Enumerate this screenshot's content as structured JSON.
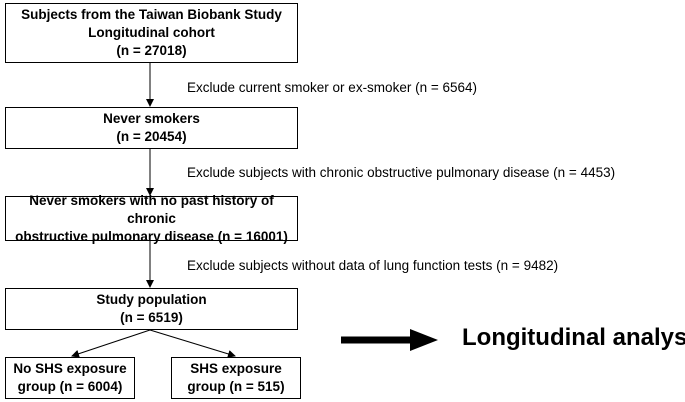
{
  "boxes": {
    "cohort": {
      "line1": "Subjects from the Taiwan Biobank Study",
      "line2": "Longitudinal cohort",
      "line3": "(n = 27018)"
    },
    "never_smokers": {
      "line1": "Never smokers",
      "line2": "(n = 20454)"
    },
    "no_copd": {
      "line1": "Never smokers with no past history of chronic",
      "line2": "obstructive pulmonary disease (n = 16001)"
    },
    "study_population": {
      "line1": "Study population",
      "line2": "(n = 6519)"
    },
    "no_shs": {
      "line1": "No SHS exposure",
      "line2": "group (n = 6004)"
    },
    "shs": {
      "line1": "SHS exposure",
      "line2": "group (n = 515)"
    }
  },
  "exclusions": {
    "smokers": "Exclude current smoker or ex-smoker (n = 6564)",
    "copd": "Exclude subjects with chronic obstructive pulmonary disease (n = 4453)",
    "no_lung_data": "Exclude subjects without data of lung function tests (n = 9482)"
  },
  "analysis_label": "Longitudinal analysis",
  "colors": {
    "stroke": "#000000",
    "background": "#ffffff"
  }
}
